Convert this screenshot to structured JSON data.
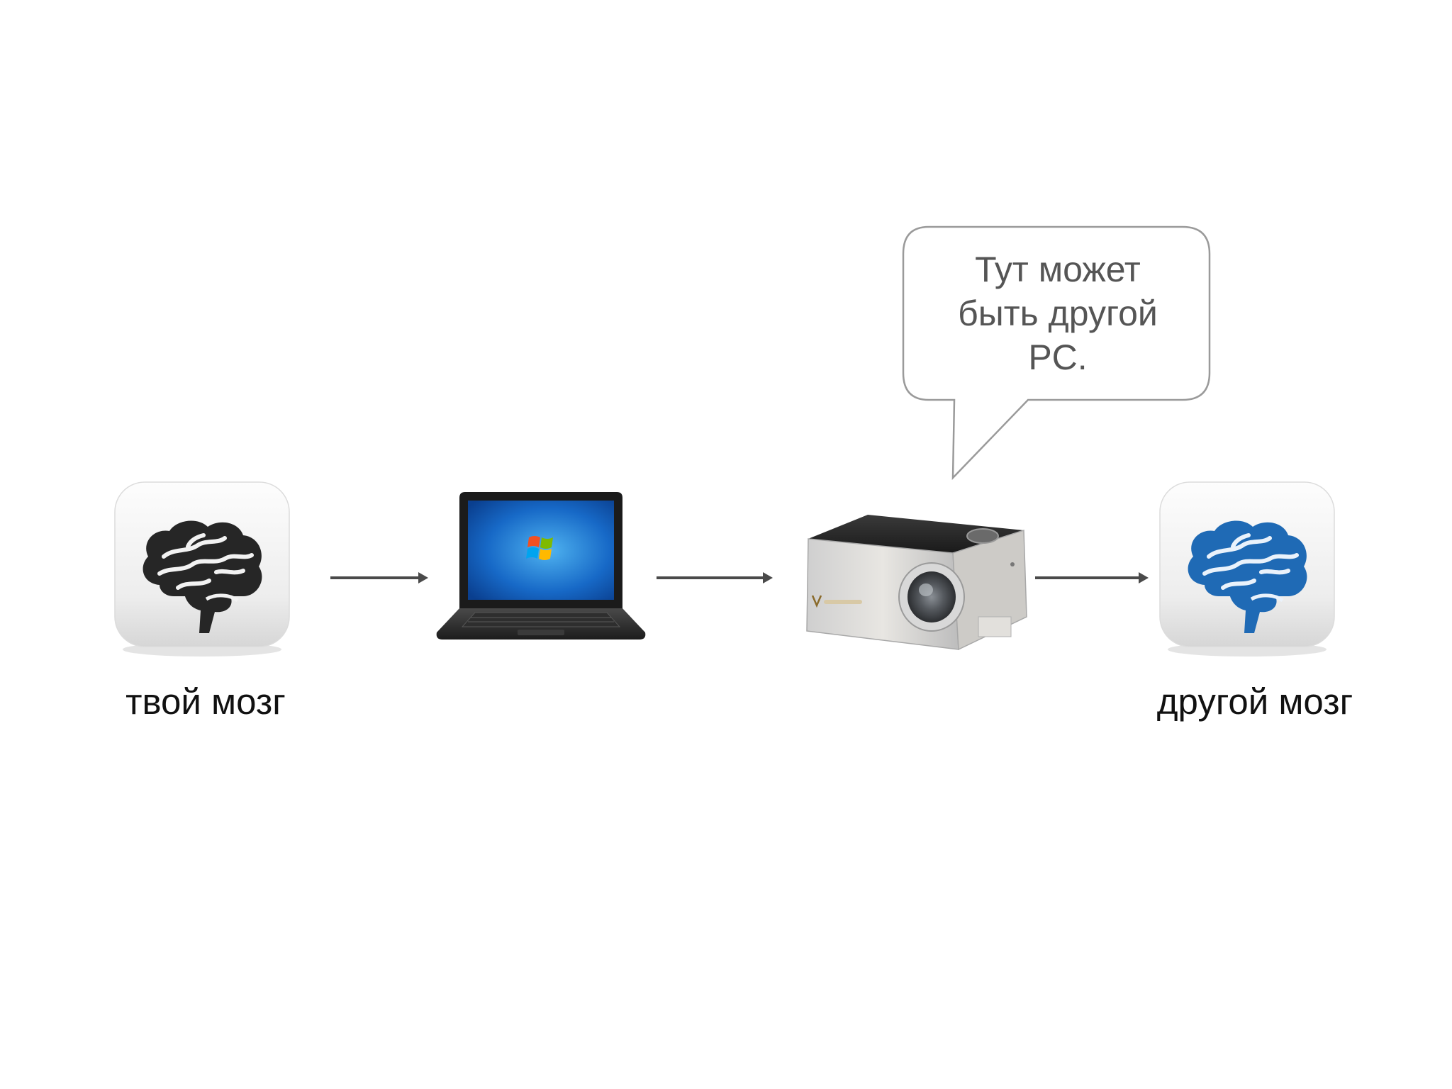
{
  "nodes": {
    "source_brain": {
      "label": "твой мозг",
      "icon": "brain-icon",
      "color": "#262626"
    },
    "laptop": {
      "icon": "laptop-icon"
    },
    "projector": {
      "icon": "projector-icon"
    },
    "target_brain": {
      "label": "другой мозг",
      "icon": "brain-icon",
      "color": "#1f6ab5"
    }
  },
  "callout": {
    "lines": [
      "Тут может",
      "быть другой",
      "PC."
    ]
  },
  "colors": {
    "arrow": "#4a4a4a",
    "bubble_border": "#9a9a9a",
    "bubble_text": "#555555"
  }
}
